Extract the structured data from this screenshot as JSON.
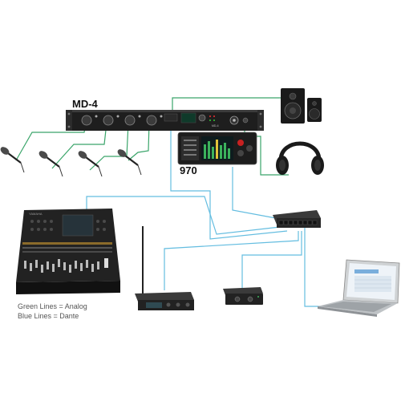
{
  "labels": {
    "md4": "MD-4",
    "r970": "970"
  },
  "legend": {
    "line1": "Green Lines = Analog",
    "line2": "Blue Lines = Dante"
  },
  "device_text": {
    "md4_badge": "MD-4",
    "mixer_brand": "YAMAHA"
  },
  "colors": {
    "analog": "#3aa56a",
    "dante": "#64bde0",
    "device": "#1b1b1b"
  }
}
